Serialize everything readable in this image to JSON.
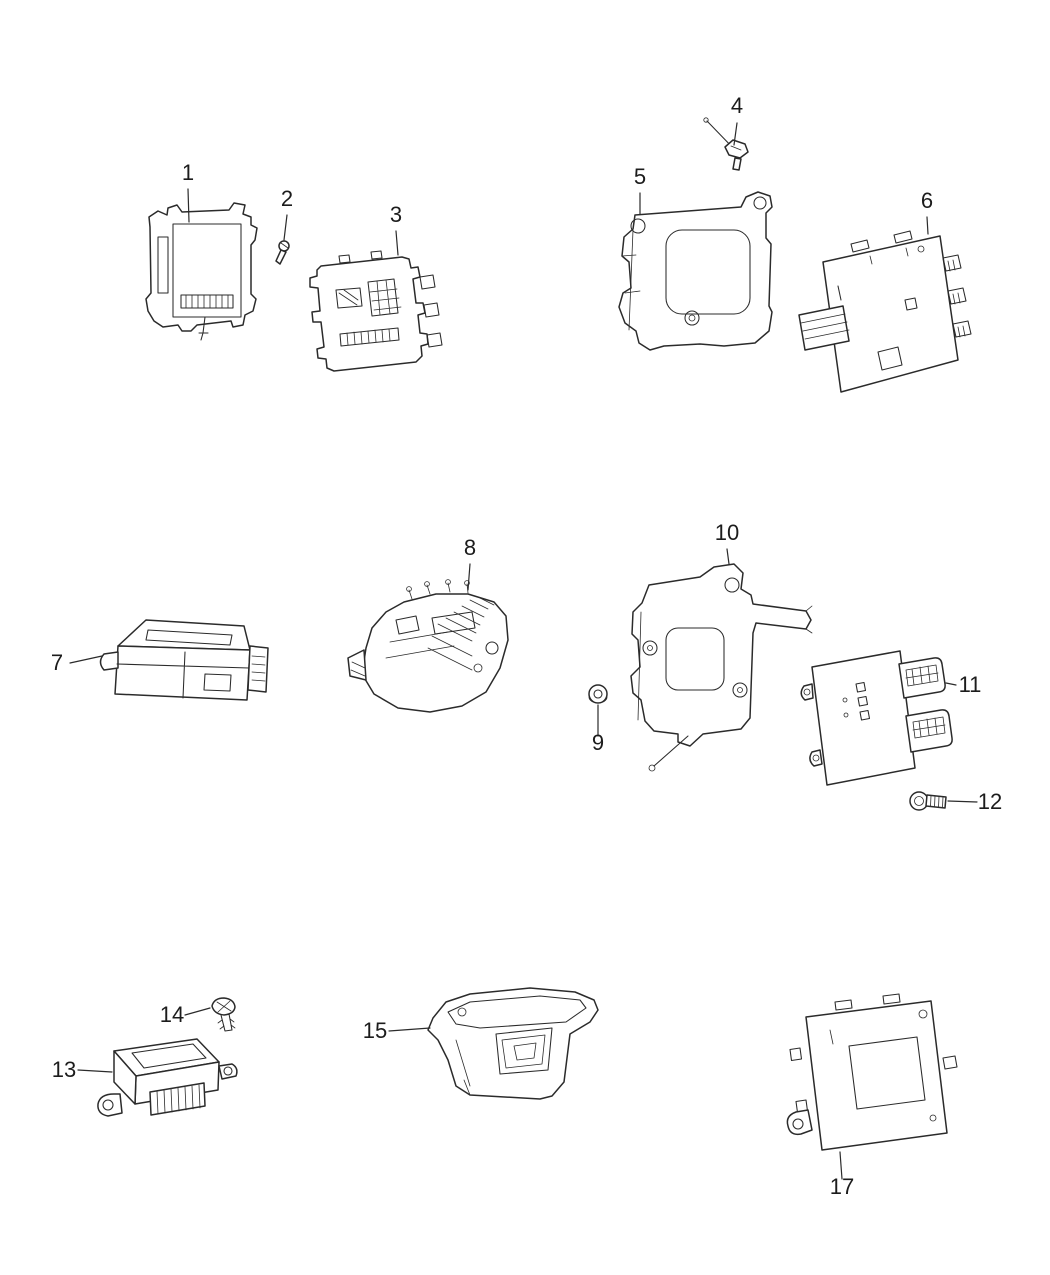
{
  "diagram": {
    "background_color": "#ffffff",
    "ink_color": "#2b2b2b",
    "callouts": [
      {
        "label": "1"
      },
      {
        "label": "2"
      },
      {
        "label": "3"
      },
      {
        "label": "4"
      },
      {
        "label": "5"
      },
      {
        "label": "6"
      },
      {
        "label": "7"
      },
      {
        "label": "8"
      },
      {
        "label": "9"
      },
      {
        "label": "10"
      },
      {
        "label": "11"
      },
      {
        "label": "12"
      },
      {
        "label": "13"
      },
      {
        "label": "14"
      },
      {
        "label": "15"
      },
      {
        "label": "17"
      }
    ]
  }
}
